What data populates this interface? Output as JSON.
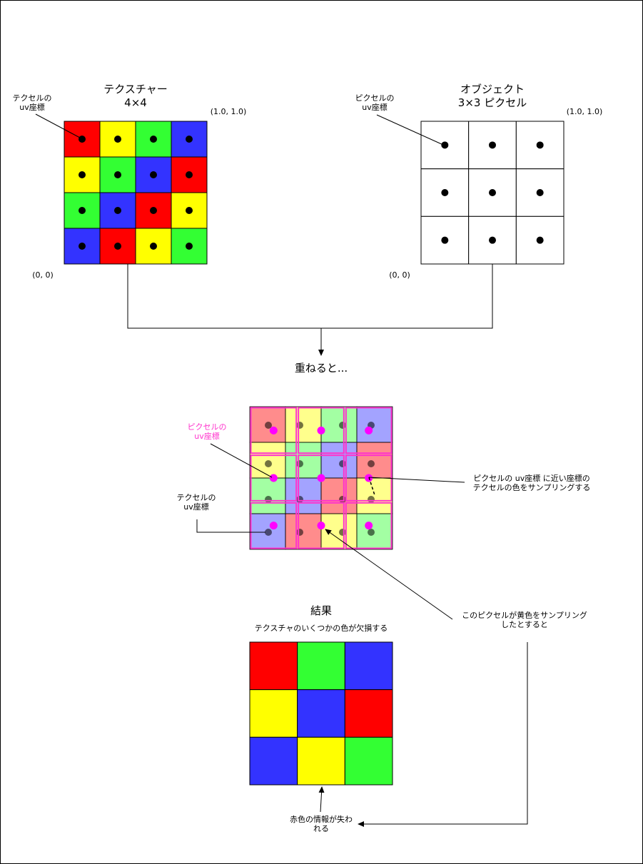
{
  "texture": {
    "title_line1": "テクスチャー",
    "title_line2": "4×4",
    "texel_label_line1": "テクセルの",
    "texel_label_line2": "uv座標",
    "corner_top_right": "(1.0, 1.0)",
    "corner_bottom_left": "(0, 0)",
    "grid": [
      [
        "red",
        "yellow",
        "green",
        "blue"
      ],
      [
        "yellow",
        "green",
        "blue",
        "red"
      ],
      [
        "green",
        "blue",
        "red",
        "yellow"
      ],
      [
        "blue",
        "red",
        "yellow",
        "green"
      ]
    ]
  },
  "object": {
    "title_line1": "オブジェクト",
    "title_line2": "3×3 ピクセル",
    "pixel_label_line1": "ピクセルの",
    "pixel_label_line2": "uv座標",
    "corner_top_right": "(1.0, 1.0)",
    "corner_bottom_left": "(0, 0)"
  },
  "overlay": {
    "caption": "重ねると...",
    "pixel_label_line1": "ピクセルの",
    "pixel_label_line2": "uv座標",
    "texel_label_line1": "テクセルの",
    "texel_label_line2": "uv座標",
    "sampling_note_line1": "ピクセルの uv座標 に近い座標の",
    "sampling_note_line2": "テクセルの色をサンプリングする",
    "yellow_note_line1": "このピクセルが黄色をサンプリング",
    "yellow_note_line2": "したとすると"
  },
  "result": {
    "title": "結果",
    "subtitle": "テクスチャのいくつかの色が欠損する",
    "grid": [
      [
        "red",
        "green",
        "blue"
      ],
      [
        "yellow",
        "blue",
        "red"
      ],
      [
        "blue",
        "yellow",
        "green"
      ]
    ],
    "lost_note_line1": "赤色の情報が失わ",
    "lost_note_line2": "れる"
  },
  "colors": {
    "red": "#ff0000",
    "yellow": "#ffff00",
    "green": "#33ff33",
    "blue": "#3333ff",
    "pixel_marker": "#ff00ff",
    "pixel_grid": "#ff33cc"
  }
}
